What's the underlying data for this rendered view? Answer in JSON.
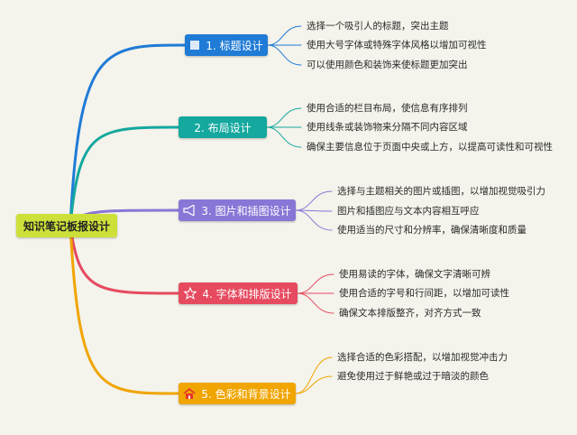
{
  "root": {
    "label": "知识笔记板报设计",
    "color": "#cde03a"
  },
  "branches": [
    {
      "label": "1. 标题设计",
      "color": "#1f7bd6",
      "icon": "square-icon",
      "leaves": [
        "选择一个吸引人的标题，突出主题",
        "使用大号字体或特殊字体风格以增加可视性",
        "可以使用颜色和装饰来使标题更加突出"
      ]
    },
    {
      "label": "2. 布局设计",
      "color": "#14a89e",
      "icon": "none",
      "leaves": [
        "使用合适的栏目布局，使信息有序排列",
        "使用线条或装饰物来分隔不同内容区域",
        "确保主要信息位于页面中央或上方，以提高可读性和可视性"
      ]
    },
    {
      "label": "3. 图片和插图设计",
      "color": "#8a76d6",
      "icon": "megaphone-icon",
      "leaves": [
        "选择与主题相关的图片或插图，以增加视觉吸引力",
        "图片和插图应与文本内容相互呼应",
        "使用适当的尺寸和分辨率，确保清晰度和质量"
      ]
    },
    {
      "label": "4. 字体和排版设计",
      "color": "#e64a5f",
      "icon": "star-icon",
      "leaves": [
        "使用易读的字体，确保文字清晰可辨",
        "使用合适的字号和行间距，以增加可读性",
        "确保文本排版整齐，对齐方式一致"
      ]
    },
    {
      "label": "5. 色彩和背景设计",
      "color": "#f0a500",
      "icon": "house-icon",
      "leaves": [
        "选择合适的色彩搭配，以增加视觉冲击力",
        "避免使用过于鲜艳或过于暗淡的颜色"
      ]
    }
  ]
}
